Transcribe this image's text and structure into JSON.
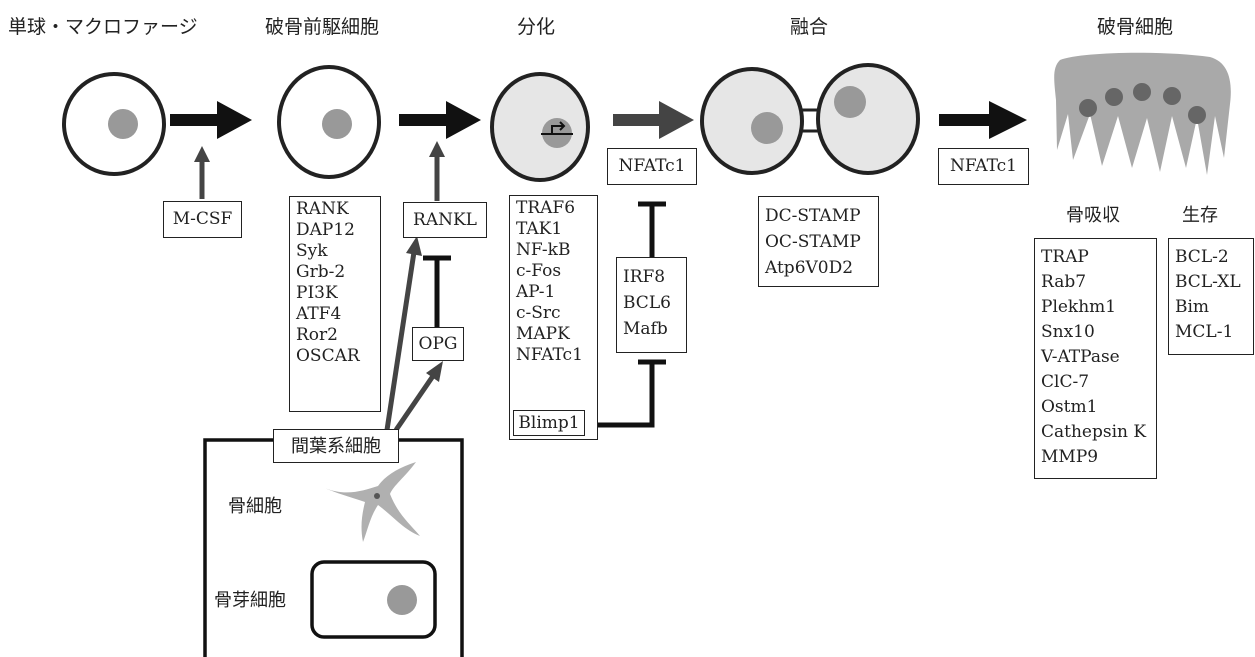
{
  "stages": [
    "単球・マクロファージ",
    "破骨前駆細胞",
    "分化",
    "融合",
    "破骨細胞"
  ],
  "factors": {
    "mcsf": "M-CSF",
    "rankl": "RANKL",
    "opg": "OPG",
    "nfatc1_a": "NFATc1",
    "nfatc1_b": "NFATc1",
    "blimp1": "Blimp1"
  },
  "lists": {
    "precursor": [
      "RANK",
      "DAP12",
      "Syk",
      "Grb-2",
      "PI3K",
      "ATF4",
      "Ror2",
      "OSCAR"
    ],
    "differentiation": [
      "TRAF6",
      "TAK1",
      "NF-kB",
      "c-Fos",
      "AP-1",
      "c-Src",
      "MAPK",
      "NFATc1"
    ],
    "repressors": [
      "IRF8",
      "BCL6",
      "Mafb"
    ],
    "fusion": [
      "DC-STAMP",
      "OC-STAMP",
      "Atp6V0D2"
    ],
    "resorption": [
      "TRAP",
      "Rab7",
      "Plekhm1",
      "Snx10",
      "V-ATPase",
      "ClC-7",
      "Ostm1",
      "Cathepsin K",
      "MMP9"
    ],
    "survival": [
      "BCL-2",
      "BCL-XL",
      "Bim",
      "MCL-1"
    ]
  },
  "headers": {
    "resorption": "骨吸収",
    "survival": "生存"
  },
  "mesenchymal": {
    "title": "間葉系細胞",
    "osteocyte": "骨細胞",
    "osteoblast": "骨芽細胞"
  },
  "colors": {
    "line": "#222222",
    "cell_fill": "#e6e6e6",
    "nucleus": "#999999",
    "arrow_gray": "#444444",
    "osteoclast": "#a9a9a9"
  }
}
